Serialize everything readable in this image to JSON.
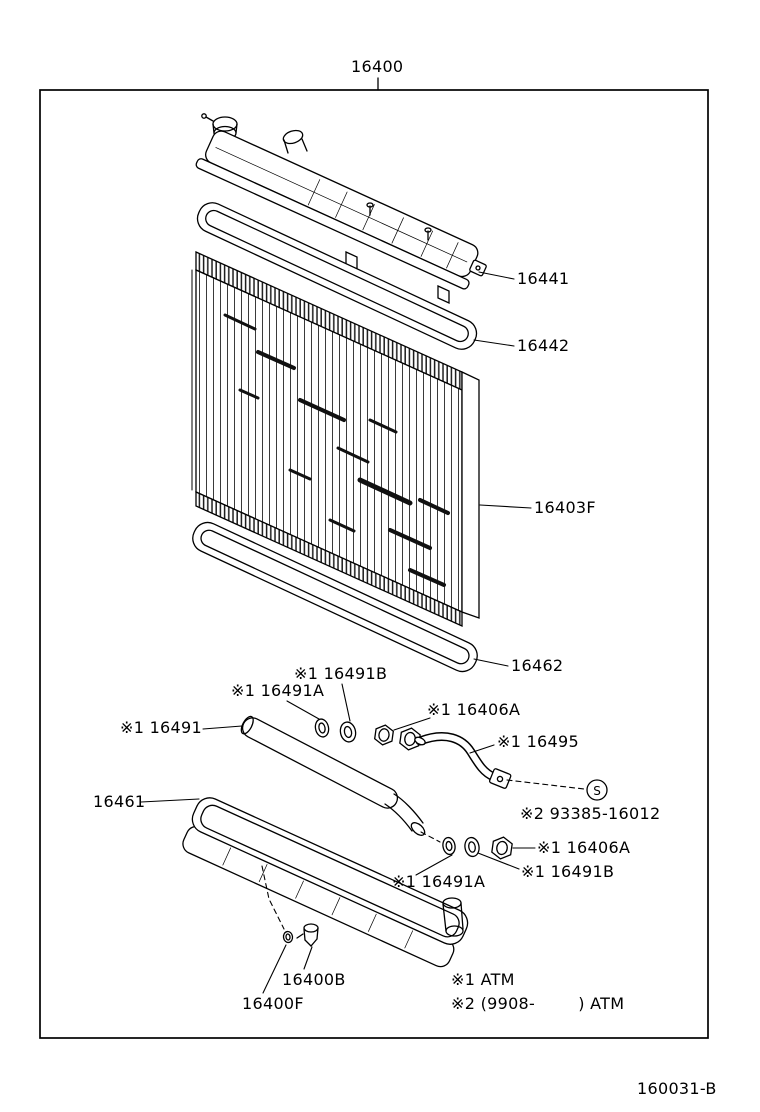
{
  "frame": {
    "part_number": "16400",
    "drawing_code": "160031-B"
  },
  "callouts": {
    "upper_tank": "16441",
    "upper_gasket": "16442",
    "radiator_core": "16403F",
    "lower_gasket": "16462",
    "oring_b_upper": "※1 16491B",
    "oring_a_upper": "※1 16491A",
    "nut_upper": "※1 16406A",
    "filler_pipe": "※1 16491",
    "water_pipe": "※1 16495",
    "lower_tank": "16461",
    "screw": "※2 93385-16012",
    "nut_lower": "※1 16406A",
    "oring_b_lower": "※1 16491B",
    "oring_a_lower": "※1 16491A",
    "drain_cock": "16400B",
    "drain_plug": "16400F",
    "s_marker": "S"
  },
  "notes": {
    "line1": "※1 ATM",
    "line2": "※2 (9908-        ) ATM"
  },
  "colors": {
    "line": "#000000",
    "background": "#ffffff"
  }
}
